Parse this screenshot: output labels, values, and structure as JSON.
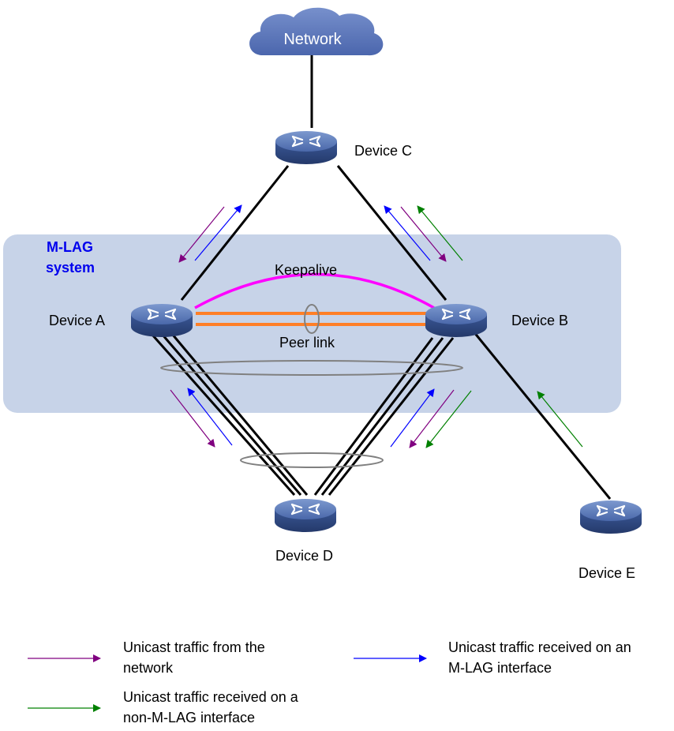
{
  "cloud": {
    "label": "Network"
  },
  "system": {
    "label_line1": "M-LAG",
    "label_line2": "system",
    "color": "#0000ee",
    "fill": "#c7d3e8"
  },
  "devices": {
    "a": "Device A",
    "b": "Device B",
    "c": "Device C",
    "d": "Device D",
    "e": "Device E"
  },
  "links": {
    "keepalive": "Keepalive",
    "peer_link": "Peer link"
  },
  "colors": {
    "network_traffic": "#800080",
    "mlag_traffic": "#0000ff",
    "non_mlag_traffic": "#008000",
    "keepalive": "#ff00ff",
    "peer_link": "#ff7f27",
    "device": "#3f5ea0"
  },
  "legend": {
    "network": {
      "line1": "Unicast traffic from the",
      "line2": "network"
    },
    "mlag": {
      "line1": "Unicast traffic received on an",
      "line2": "M-LAG interface"
    },
    "non_mlag": {
      "line1": "Unicast traffic received on a",
      "line2": "non-M-LAG interface"
    }
  }
}
